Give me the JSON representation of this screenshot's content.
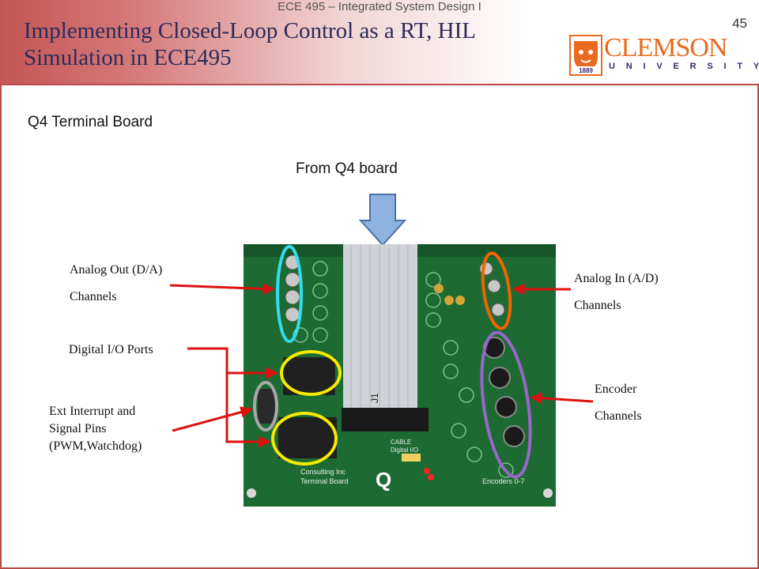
{
  "header": {
    "course": "ECE 495 – Integrated System Design I",
    "slide_number": "45",
    "title_line1": "Implementing Closed-Loop Control as a RT, HIL",
    "title_line2": "Simulation in ECE495",
    "logo_word": "CLEMSON",
    "logo_university": "UNIVERSITY",
    "logo_year": "1889"
  },
  "body": {
    "subtitle": "Q4 Terminal Board",
    "from_label": "From Q4 board"
  },
  "labels": {
    "analog_out_1": "Analog Out (D/A)",
    "analog_out_2": "Channels",
    "analog_in_1": "Analog In (A/D)",
    "analog_in_2": "Channels",
    "digital_io": "Digital I/O Ports",
    "encoder_1": "Encoder",
    "encoder_2": "Channels",
    "ext_1": "Ext Interrupt and",
    "ext_2": "Signal Pins",
    "ext_3": "(PWM,Watchdog)"
  },
  "board_text": {
    "q": "Q",
    "name1": "Consulting Inc",
    "name2": "Terminal Board",
    "encoders": "Encoders 0-7",
    "j1": "J1",
    "cable": "CABLE",
    "digital": "Digital I/O"
  },
  "colors": {
    "header_red": "#c45555",
    "title_navy": "#2b2b5a",
    "clemson_orange": "#ea6a20",
    "clemson_purple": "#3a2570",
    "arrow_red": "#dd1111",
    "arrow_blue": "#8fb3e0",
    "highlight_cyan": "#33ddee",
    "highlight_orange": "#ee6600",
    "highlight_yellow": "#f5ea00",
    "highlight_gray": "#a8a8a8",
    "highlight_purple": "#9966cc",
    "pcb_green": "#1d6b33"
  }
}
